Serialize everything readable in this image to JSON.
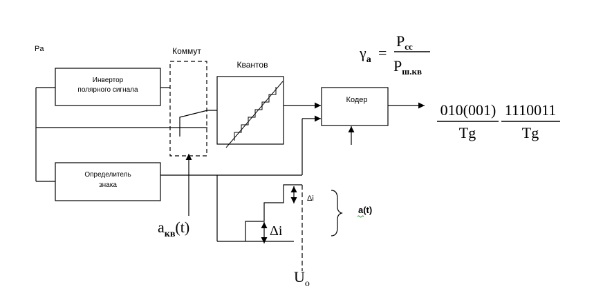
{
  "labels": {
    "input": "Pa",
    "inverter_line1": "Инвертор",
    "inverter_line2": "полярного сигнала",
    "switch": "Коммут",
    "quantizer": "Квантов",
    "coder": "Кодер",
    "sign_line1": "Определитель",
    "sign_line2": "знака",
    "akv_main": "a",
    "akv_sub": "кв",
    "akv_arg": "(t)",
    "uo_main": "U",
    "uo_sub": "o",
    "delta_small": "Δi",
    "delta_big": "Δi",
    "a_t": "a(t)"
  },
  "formula": {
    "gamma": "γ",
    "gamma_sub": "a",
    "equals": "=",
    "num_main": "P",
    "num_sub": "cc",
    "den_main": "P",
    "den_sub": "ш.кв"
  },
  "output_codes": [
    {
      "numerator": "010(001)",
      "denominator": "Tg"
    },
    {
      "numerator": "1110011",
      "denominator": "Tg"
    }
  ]
}
